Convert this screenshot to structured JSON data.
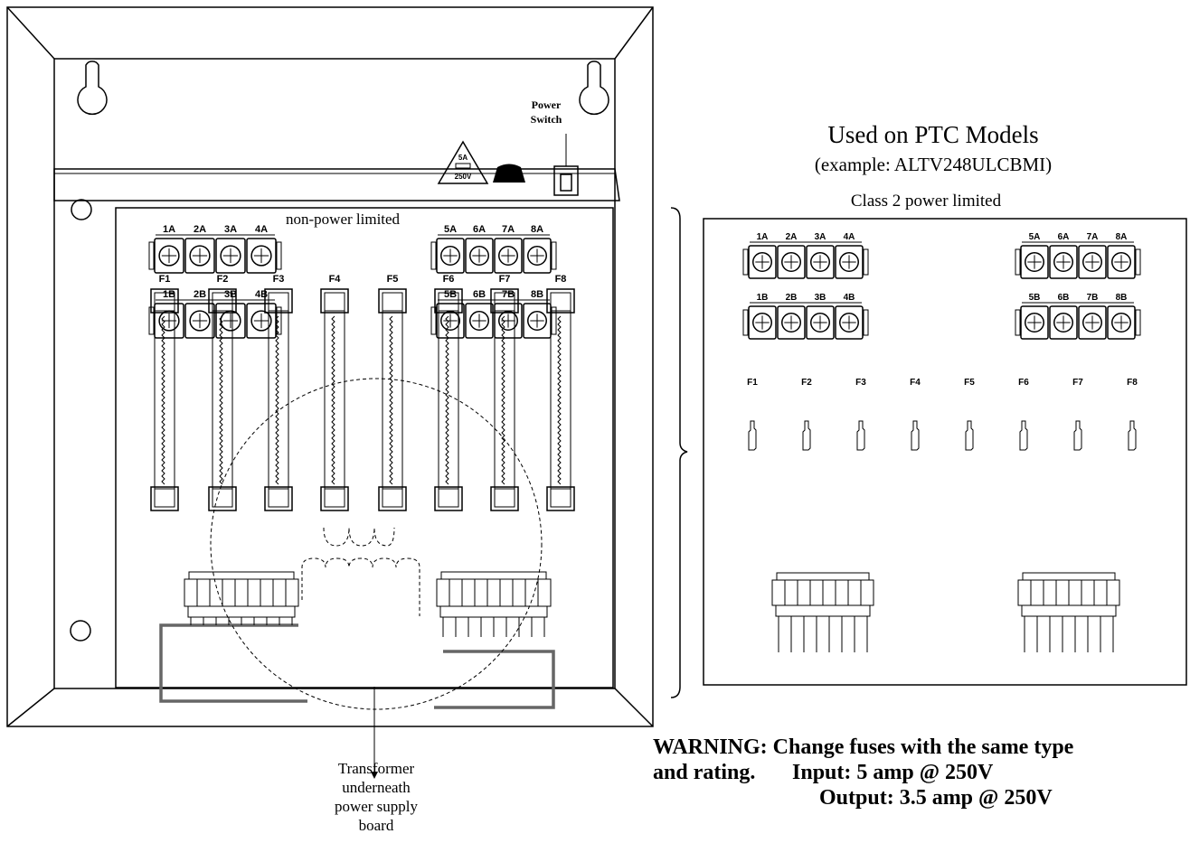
{
  "enclosure": {
    "fuse_rating_top": "5A",
    "fuse_rating_bottom": "250V",
    "power_switch_line1": "Power",
    "power_switch_line2": "Switch",
    "non_power_limited": "non-power limited",
    "terminals_top_left": [
      "1A",
      "2A",
      "3A",
      "4A"
    ],
    "terminals_top_right": [
      "5A",
      "6A",
      "7A",
      "8A"
    ],
    "terminals_bottom_left": [
      "1B",
      "2B",
      "3B",
      "4B"
    ],
    "terminals_bottom_right": [
      "5B",
      "6B",
      "7B",
      "8B"
    ],
    "fuses": [
      "F1",
      "F2",
      "F3",
      "F4",
      "F5",
      "F6",
      "F7",
      "F8"
    ],
    "transformer_note": [
      "Transformer",
      "underneath",
      "power supply",
      "board"
    ]
  },
  "ptc_board": {
    "title": "Used on PTC Models",
    "subtitle": "(example: ALTV248ULCBMI)",
    "class_label": "Class 2 power limited",
    "terminals_top_left": [
      "1A",
      "2A",
      "3A",
      "4A"
    ],
    "terminals_top_right": [
      "5A",
      "6A",
      "7A",
      "8A"
    ],
    "terminals_bottom_left": [
      "1B",
      "2B",
      "3B",
      "4B"
    ],
    "terminals_bottom_right": [
      "5B",
      "6B",
      "7B",
      "8B"
    ],
    "fuses": [
      "F1",
      "F2",
      "F3",
      "F4",
      "F5",
      "F6",
      "F7",
      "F8"
    ]
  },
  "warning": {
    "line1": "WARNING: Change fuses with the same type",
    "line2_prefix": "and rating.",
    "line2_input": "Input: 5 amp @ 250V",
    "line3_output": "Output: 3.5 amp @ 250V"
  }
}
